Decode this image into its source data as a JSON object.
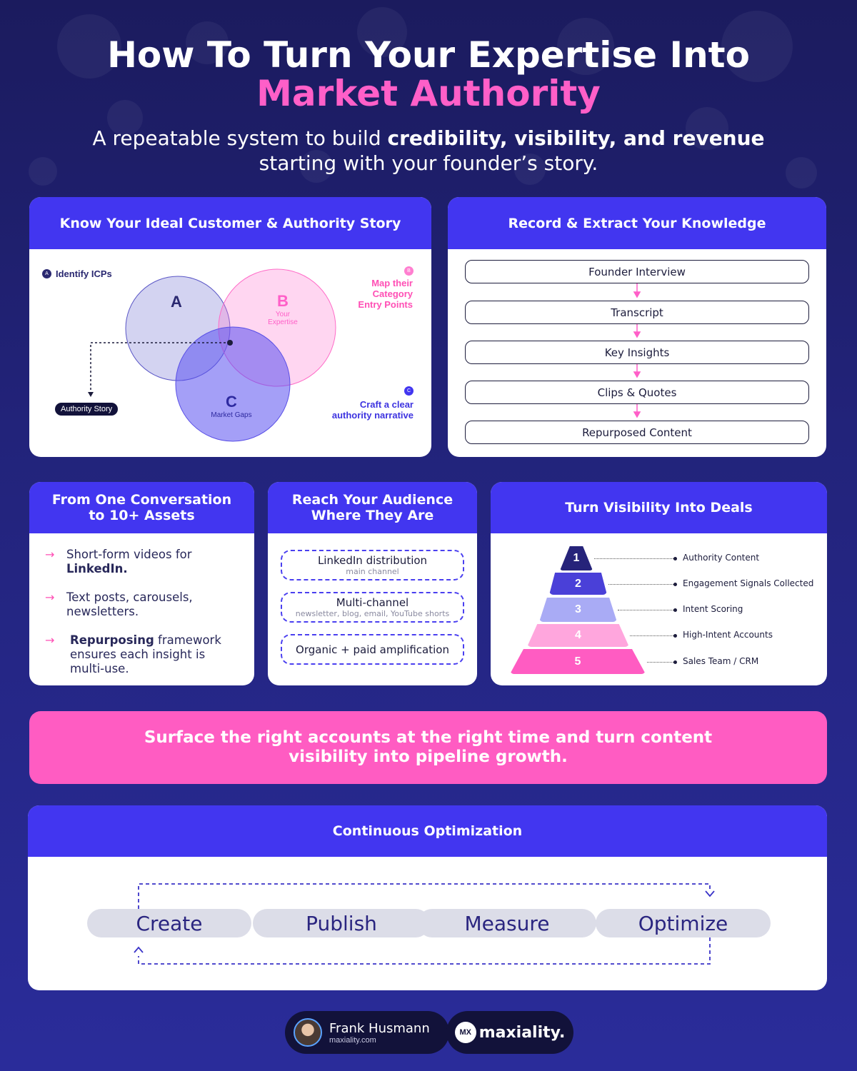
{
  "header": {
    "title_line1": "How To Turn Your Expertise Into",
    "title_line2": "Market Authority",
    "subtitle_pre": "A repeatable system to build ",
    "subtitle_bold": "credibility, visibility, and revenue",
    "subtitle_post": "starting with your founder’s story."
  },
  "icp_card": {
    "title": "Know Your Ideal Customer & Authority Story",
    "badge_a": "A",
    "label_a": "Identify ICPs",
    "badge_b": "B",
    "label_b_line1": "Map their",
    "label_b_line2": "Category",
    "label_b_line3": "Entry Points",
    "badge_c": "C",
    "label_c_line1": "Craft a clear",
    "label_c_line2": "authority narrative",
    "circle_a": "A",
    "circle_b": "B",
    "circle_b_sub1": "Your",
    "circle_b_sub2": "Expertise",
    "circle_c": "C",
    "circle_c_sub": "Market Gaps",
    "authority_pill": "Authority Story"
  },
  "record_card": {
    "title": "Record & Extract Your Knowledge",
    "steps": [
      "Founder Interview",
      "Transcript",
      "Key Insights",
      "Clips & Quotes",
      "Repurposed Content"
    ]
  },
  "assets_card": {
    "title_line1": "From One Conversation",
    "title_line2": "to 10+ Assets",
    "item1_pre": "Short-form videos for",
    "item1_bold": "LinkedIn.",
    "item2": "Text posts, carousels, newsletters.",
    "item3_bold": "Repurposing",
    "item3_post": " framework ensures each insight is multi-use.",
    "arrow": "→"
  },
  "reach_card": {
    "title_line1": "Reach Your Audience",
    "title_line2": "Where They Are",
    "channels": [
      {
        "main": "LinkedIn distribution",
        "sub": "main channel"
      },
      {
        "main": "Multi-channel",
        "sub": "newsletter, blog, email, YouTube shorts"
      },
      {
        "main": "Organic + paid amplification",
        "sub": ""
      }
    ]
  },
  "deals_card": {
    "title": "Turn Visibility Into Deals",
    "levels": [
      {
        "num": "1",
        "label": "Authority Content",
        "color": "#26237a"
      },
      {
        "num": "2",
        "label": "Engagement Signals Collected",
        "color": "#4a40d8"
      },
      {
        "num": "3",
        "label": "Intent Scoring",
        "color": "#a9abf5"
      },
      {
        "num": "4",
        "label": "High-Intent Accounts",
        "color": "#ffa6dd"
      },
      {
        "num": "5",
        "label": "Sales Team / CRM",
        "color": "#ff5cc2"
      }
    ]
  },
  "banner": {
    "line1": "Surface the right accounts at the right time and turn content",
    "line2": "visibility into pipeline growth."
  },
  "optimization": {
    "title": "Continuous Optimization",
    "stages": [
      "Create",
      "Publish",
      "Measure",
      "Optimize"
    ]
  },
  "footer": {
    "name": "Frank Husmann",
    "site": "maxiality.com",
    "logo_mark": "MX",
    "logo_text": "maxiality."
  },
  "colors": {
    "accent": "#4236f0",
    "pink": "#ff5fc8",
    "navy": "#1b1b5e"
  }
}
